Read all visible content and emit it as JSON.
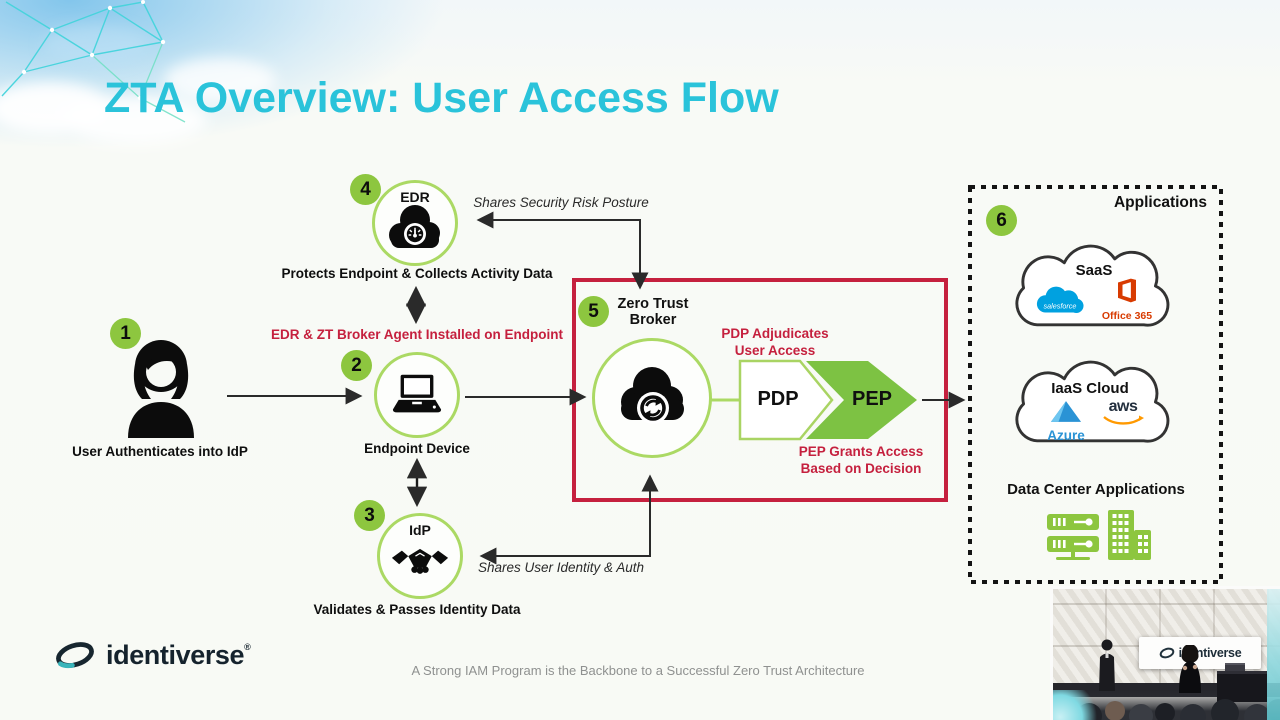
{
  "title": "ZTA Overview: User Access Flow",
  "colors": {
    "accent_cyan": "#2ac3da",
    "step_green": "#8dc63f",
    "circle_stroke_green": "#abd964",
    "alert_red": "#c5203e",
    "pep_green": "#7dc243",
    "salesforce_blue": "#00a1e0",
    "office_red": "#d83b01",
    "azure_blue": "#2a93d5",
    "aws_orange": "#ff9900"
  },
  "steps": {
    "s1": {
      "num": "1",
      "caption": "User Authenticates into IdP"
    },
    "s2": {
      "num": "2",
      "caption": "Endpoint Device"
    },
    "s3": {
      "num": "3",
      "label": "IdP",
      "caption": "Validates & Passes Identity Data"
    },
    "s4": {
      "num": "4",
      "label": "EDR",
      "caption": "Protects Endpoint & Collects Activity Data"
    },
    "s5": {
      "num": "5",
      "label_line1": "Zero Trust",
      "label_line2": "Broker",
      "pdp": "PDP",
      "pep": "PEP"
    },
    "s6": {
      "num": "6",
      "label": "Applications"
    }
  },
  "annotations": {
    "security_posture": "Shares Security Risk Posture",
    "agent_installed": "EDR & ZT Broker Agent Installed on Endpoint",
    "pdp_line1": "PDP Adjudicates",
    "pdp_line2": "User Access",
    "pep_line1": "PEP Grants Access",
    "pep_line2": "Based on Decision",
    "identity_auth": "Shares User Identity & Auth"
  },
  "applications": {
    "saas": {
      "title": "SaaS",
      "salesforce": "salesforce",
      "office": "Office 365"
    },
    "iaas": {
      "title": "IaaS Cloud",
      "azure": "Azure",
      "aws": "aws"
    },
    "datacenter": "Data Center Applications"
  },
  "footer": {
    "logo": "identiverse",
    "reg": "®",
    "tagline": "A Strong IAM Program is the Backbone to a Successful Zero Trust Architecture"
  },
  "video": {
    "banner": "identiverse"
  }
}
